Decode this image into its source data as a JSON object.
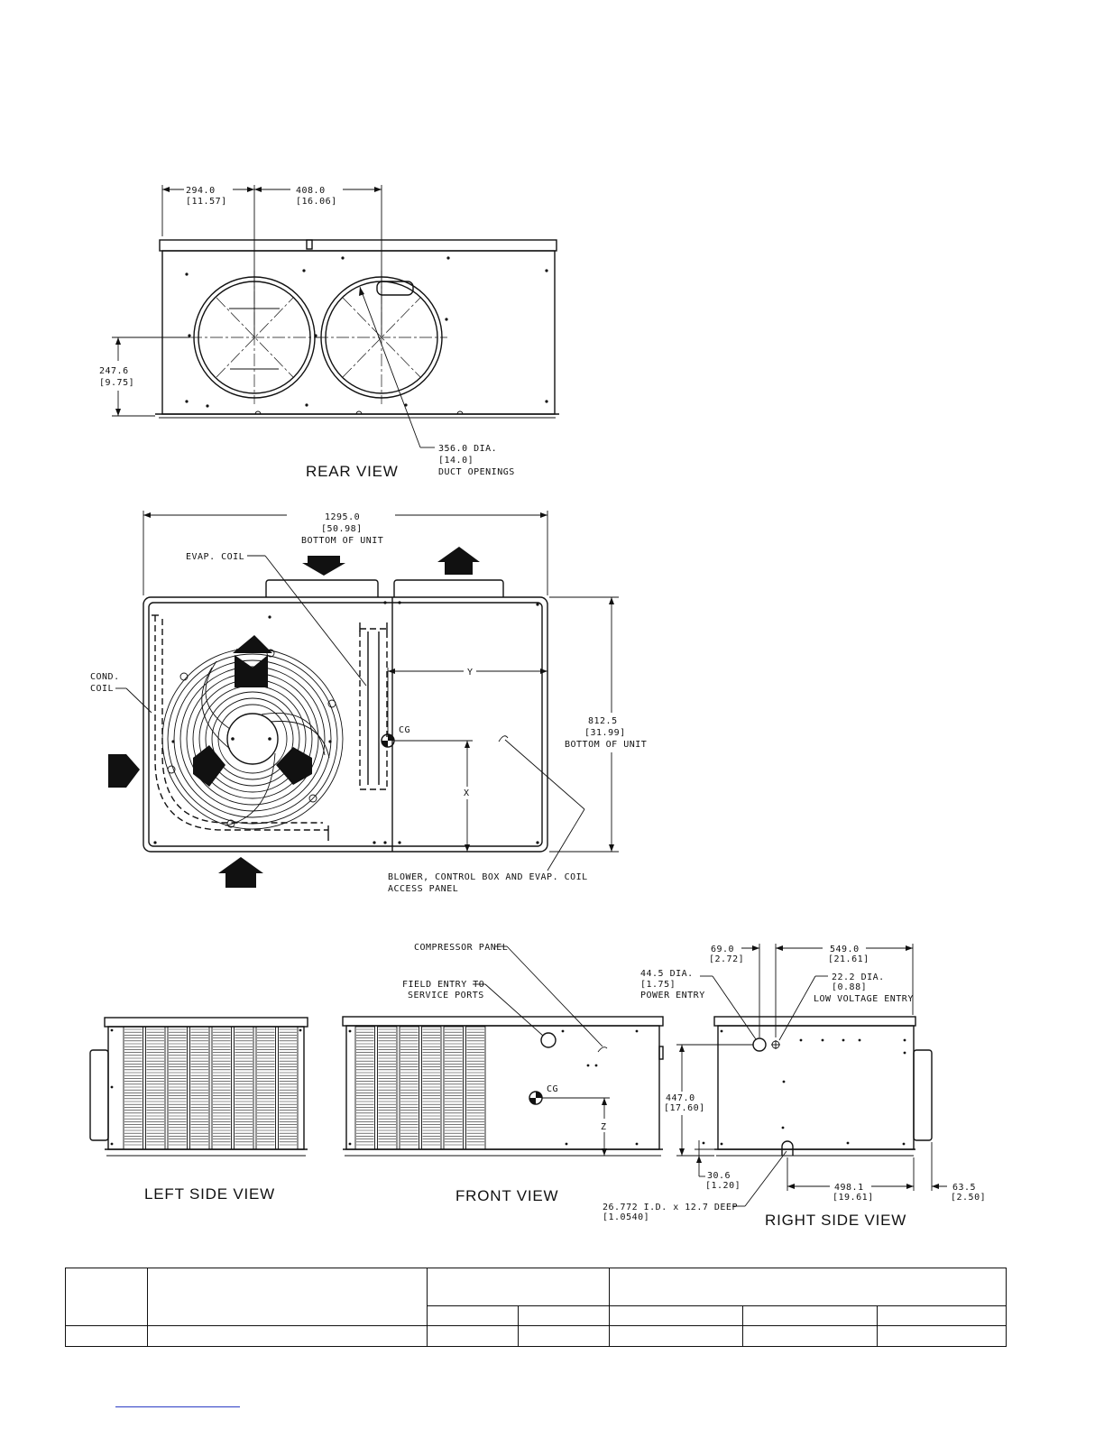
{
  "views": {
    "rear": "REAR VIEW",
    "left_side": "LEFT SIDE VIEW",
    "front": "FRONT VIEW",
    "right_side": "RIGHT SIDE VIEW"
  },
  "rear_view": {
    "dim_a": "294.0",
    "dim_a_in": "[11.57]",
    "dim_b": "408.0",
    "dim_b_in": "[16.06]",
    "dim_h": "247.6",
    "dim_h_in": "[9.75]",
    "duct_dia": "356.0 DIA.",
    "duct_dia_in": "[14.0]",
    "duct_label": "DUCT OPENINGS"
  },
  "top_view": {
    "width": "1295.0",
    "width_in": "[50.98]",
    "width_note": "BOTTOM OF UNIT",
    "depth": "812.5",
    "depth_in": "[31.99]",
    "depth_note": "BOTTOM OF UNIT",
    "evap_coil": "EVAP. COIL",
    "cond_coil_1": "COND.",
    "cond_coil_2": "COIL",
    "cg": "CG",
    "x": "X",
    "y": "Y",
    "access_1": "BLOWER, CONTROL BOX AND EVAP. COIL",
    "access_2": "ACCESS PANEL"
  },
  "front_view": {
    "compressor_panel": "COMPRESSOR PANEL",
    "field_entry_1": "FIELD ENTRY TO",
    "field_entry_2": "SERVICE PORTS",
    "cg": "CG",
    "z": "Z"
  },
  "right_view": {
    "d69": "69.0",
    "d69_in": "[2.72]",
    "d549": "549.0",
    "d549_in": "[21.61]",
    "power_dia": "44.5  DIA.",
    "power_dia_in": "[1.75]",
    "power_label": "POWER ENTRY",
    "lv_dia": "22.2   DIA.",
    "lv_dia_in": "[0.88]",
    "lv_label": "LOW VOLTAGE ENTRY",
    "h447": "447.0",
    "h447_in": "[17.60]",
    "d306": "30.6",
    "d306_in": "[1.20]",
    "d498": "498.1",
    "d498_in": "[19.61]",
    "d635": "63.5",
    "d635_in": "[2.50]",
    "drain": "26.772   I.D. x 12.7 DEEP",
    "drain_in": "[1.0540]"
  },
  "table": {
    "rows": 3
  }
}
